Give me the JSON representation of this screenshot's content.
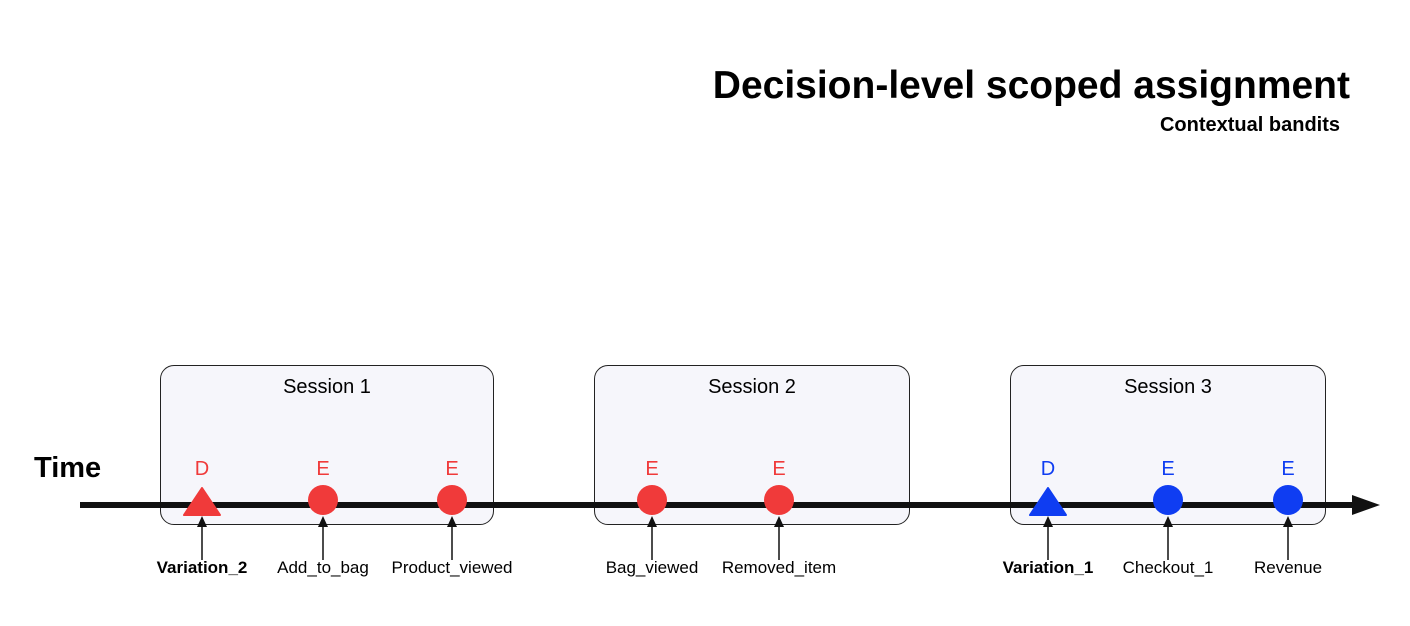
{
  "title": "Decision-level scoped assignment",
  "subtitle": "Contextual bandits",
  "time_label": "Time",
  "colors": {
    "red": "#f03a3a",
    "blue": "#0f3df2",
    "axis": "#111111"
  },
  "sessions": [
    {
      "label": "Session 1"
    },
    {
      "label": "Session 2"
    },
    {
      "label": "Session 3"
    }
  ],
  "markers": [
    {
      "letter": "D",
      "shape": "triangle",
      "color": "red",
      "label": "Variation_2",
      "bold": true
    },
    {
      "letter": "E",
      "shape": "circle",
      "color": "red",
      "label": "Add_to_bag",
      "bold": false
    },
    {
      "letter": "E",
      "shape": "circle",
      "color": "red",
      "label": "Product_viewed",
      "bold": false
    },
    {
      "letter": "E",
      "shape": "circle",
      "color": "red",
      "label": "Bag_viewed",
      "bold": false
    },
    {
      "letter": "E",
      "shape": "circle",
      "color": "red",
      "label": "Removed_item",
      "bold": false
    },
    {
      "letter": "D",
      "shape": "triangle",
      "color": "blue",
      "label": "Variation_1",
      "bold": true
    },
    {
      "letter": "E",
      "shape": "circle",
      "color": "blue",
      "label": "Checkout_1",
      "bold": false
    },
    {
      "letter": "E",
      "shape": "circle",
      "color": "blue",
      "label": "Revenue",
      "bold": false
    }
  ]
}
